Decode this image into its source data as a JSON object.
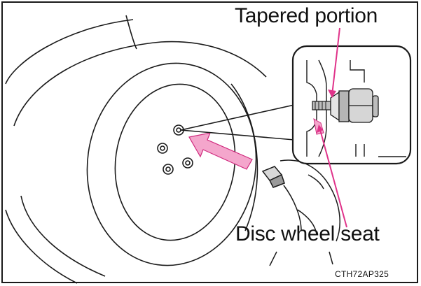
{
  "callouts": {
    "tapered_label": "Tapered portion",
    "seat_label": "Disc wheel seat"
  },
  "figure_code": "CTH72AP325",
  "colors": {
    "arrow": "#e0338a",
    "arrow_fill": "#f4a6cc",
    "line": "#1a1a1a"
  }
}
